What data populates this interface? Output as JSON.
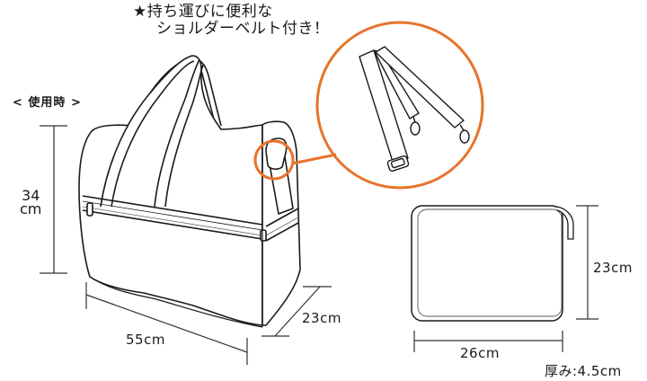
{
  "headline": {
    "line1": "★持ち運びに便利な",
    "line2": "ショルダーベルト付き！"
  },
  "section_label": "< 使用時 >",
  "bag_dimensions": {
    "height_value": "34",
    "height_unit": "cm",
    "width": "55cm",
    "depth": "23cm"
  },
  "pouch_dimensions": {
    "height": "23cm",
    "width": "26cm",
    "thickness": "厚み:4.5cm"
  },
  "colors": {
    "accent_orange": "#e8732a",
    "line": "#1a1a1a",
    "dim_line": "#333333"
  },
  "icons": {
    "star": "★",
    "detail_callout": "magnifier-circle",
    "bag": "boston-bag-illustration",
    "strap": "shoulder-strap-illustration",
    "pouch": "folded-pouch-illustration"
  }
}
